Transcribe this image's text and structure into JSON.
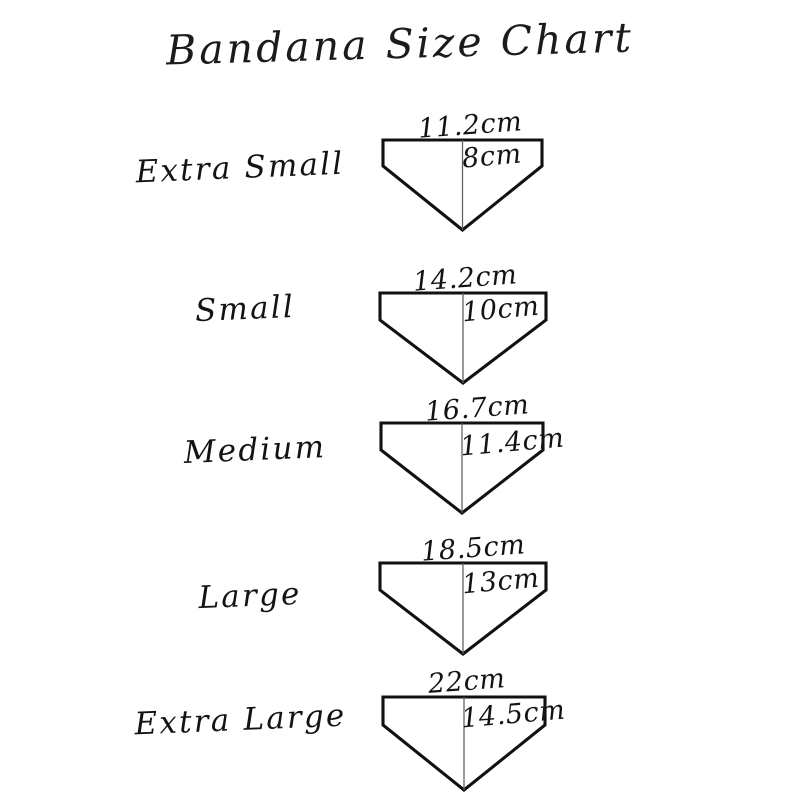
{
  "page": {
    "title": "Bandana Size Chart",
    "background_color": "#ffffff",
    "ink_color": "#111111",
    "centerline_color": "#5e5e5e",
    "unit": "cm"
  },
  "sizes": [
    {
      "name": "Extra Small",
      "width_label": "11.2cm",
      "height_label": "8cm",
      "width_cm": 11.2,
      "height_cm": 8
    },
    {
      "name": "Small",
      "width_label": "14.2cm",
      "height_label": "10cm",
      "width_cm": 14.2,
      "height_cm": 10
    },
    {
      "name": "Medium",
      "width_label": "16.7cm",
      "height_label": "11.4cm",
      "width_cm": 16.7,
      "height_cm": 11.4
    },
    {
      "name": "Large",
      "width_label": "18.5cm",
      "height_label": "13cm",
      "width_cm": 18.5,
      "height_cm": 13
    },
    {
      "name": "Extra Large",
      "width_label": "22cm",
      "height_label": "14.5cm",
      "width_cm": 22,
      "height_cm": 14.5
    }
  ]
}
